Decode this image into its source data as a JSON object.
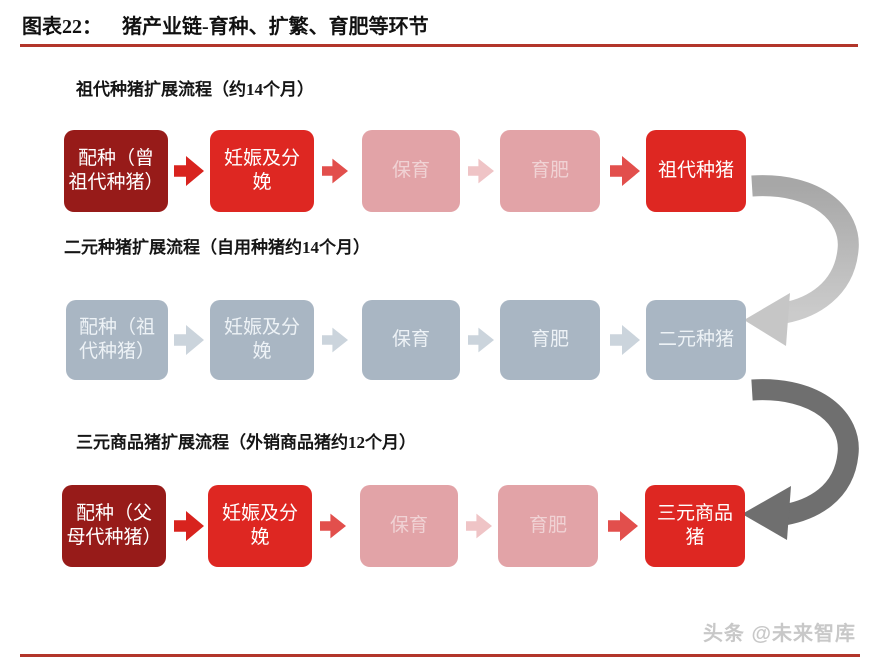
{
  "title": {
    "prefix": "图表22：",
    "text": "猪产业链-育种、扩繁、育肥等环节"
  },
  "watermark": "头条 @未来智库",
  "rows": [
    {
      "label": "祖代种猪扩展流程（约14个月）",
      "boxes": [
        "配种（曾\n祖代种猪）",
        "妊娠及分\n娩",
        "保育",
        "育肥",
        "祖代种猪"
      ]
    },
    {
      "label": "二元种猪扩展流程（自用种猪约14个月）",
      "boxes": [
        "配种（祖\n代种猪）",
        "妊娠及分\n娩",
        "保育",
        "育肥",
        "二元种猪"
      ]
    },
    {
      "label": "三元商品猪扩展流程（外销商品猪约12个月）",
      "boxes": [
        "配种（父\n母代种猪）",
        "妊娠及分\n娩",
        "保育",
        "育肥",
        "三元商品\n猪"
      ]
    }
  ],
  "colors": {
    "dark_red": "#971B19",
    "bright_red": "#DE2722",
    "pink_box": "#E2A3A7",
    "arrow_red": "#D8231E",
    "arrow_mid_red": "#E24F4C",
    "arrow_light_pink": "#EFC4C6",
    "gray_box": "#A9B6C3",
    "gray_arrow": "#CBD4DC",
    "text_on_red": "#FFFFFF",
    "text_on_pink": "#F0D2D4",
    "text_on_gray": "#EDF2F6",
    "rule_red": "#B2352A",
    "curve_light_top": "#A7A7A7",
    "curve_light_bottom": "#CBCBCB",
    "curve_light_head": "#C6C6C6",
    "curve_dark": "#6F6F6F",
    "watermark_gray": "#C8C8C8"
  }
}
